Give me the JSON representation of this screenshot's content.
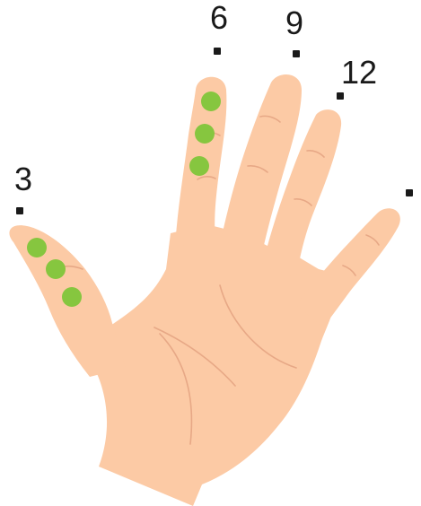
{
  "colors": {
    "skin": "#fccaa5",
    "crease": "#e7a886",
    "dot_green": "#86c63f",
    "marker": "#1a1a1a",
    "background": "#ffffff"
  },
  "labels": {
    "thumb": "3",
    "index": "6",
    "middle": "9",
    "ring": "12"
  },
  "markers": [
    "thumb-marker",
    "index-marker",
    "middle-marker",
    "ring-marker",
    "pinky-marker"
  ],
  "green_dots": {
    "thumb": 3,
    "index": 3
  }
}
